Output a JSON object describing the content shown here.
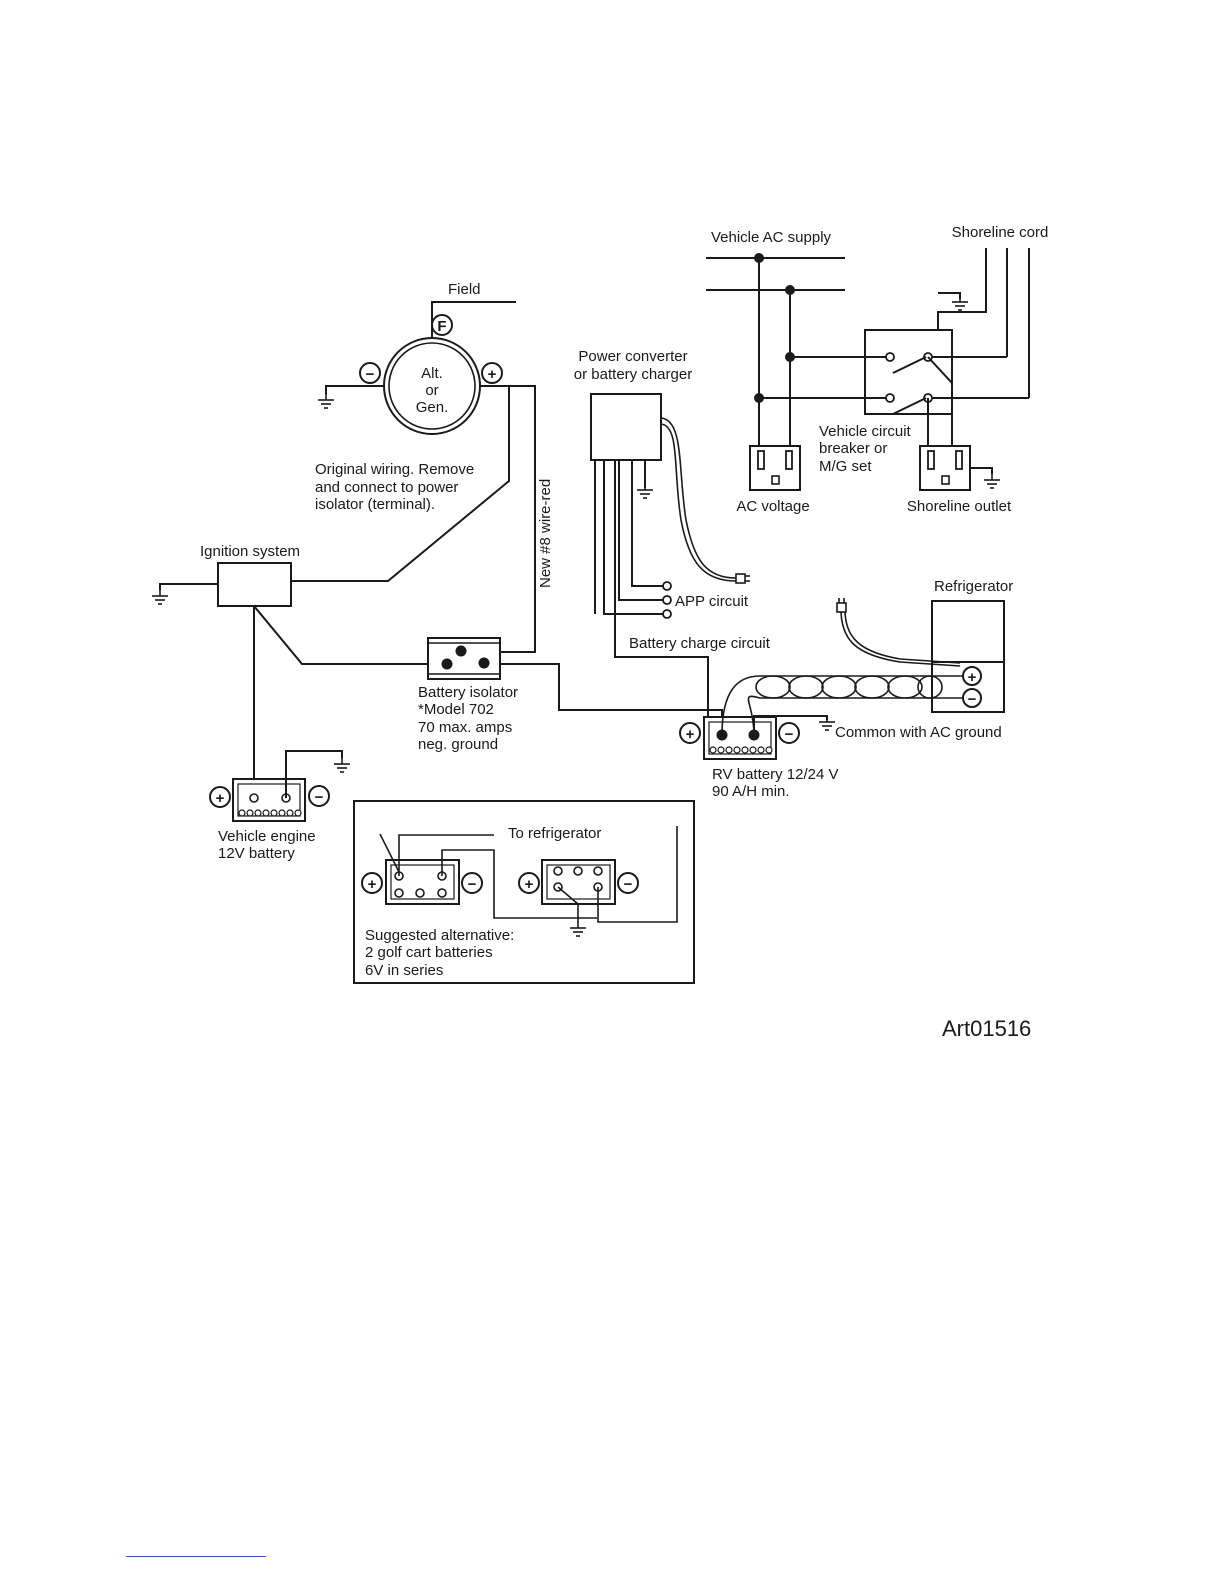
{
  "labels": {
    "field": "Field",
    "f": "F",
    "alt1": "Alt.",
    "alt2": "or",
    "alt3": "Gen.",
    "orig1": "Original wiring. Remove",
    "orig2": "and  connect to power",
    "orig3": "isolator (terminal).",
    "ignition": "Ignition system",
    "new_wire": "New #8 wire-red",
    "isolator1": "Battery isolator",
    "isolator2": "*Model 702",
    "isolator3": "70 max. amps",
    "isolator4": "neg. ground",
    "engine1": "Vehicle engine",
    "engine2": "12V battery",
    "converter1": "Power converter",
    "converter2": "or battery charger",
    "app": "APP circuit",
    "charge": "Battery charge circuit",
    "rv1": "RV battery 12/24 V",
    "rv2": "90 A/H min.",
    "common": "Common with AC ground",
    "refrigerator": "Refrigerator",
    "ac_supply": "Vehicle AC supply",
    "shoreline_cord": "Shoreline cord",
    "breaker1": "Vehicle circuit",
    "breaker2": "breaker or",
    "breaker3": "M/G set",
    "ac_voltage": "AC voltage",
    "shoreline_outlet": "Shoreline outlet",
    "to_fridge": "To refrigerator",
    "alt_1": "Suggested alternative:",
    "alt_2": "2 golf cart batteries",
    "alt_3": "6V in series",
    "art": "Art01516"
  },
  "symbols": {
    "plus": "+",
    "minus": "−"
  },
  "icons": [
    "ground-symbol",
    "ac-outlet",
    "ac-plug",
    "battery",
    "switch"
  ]
}
